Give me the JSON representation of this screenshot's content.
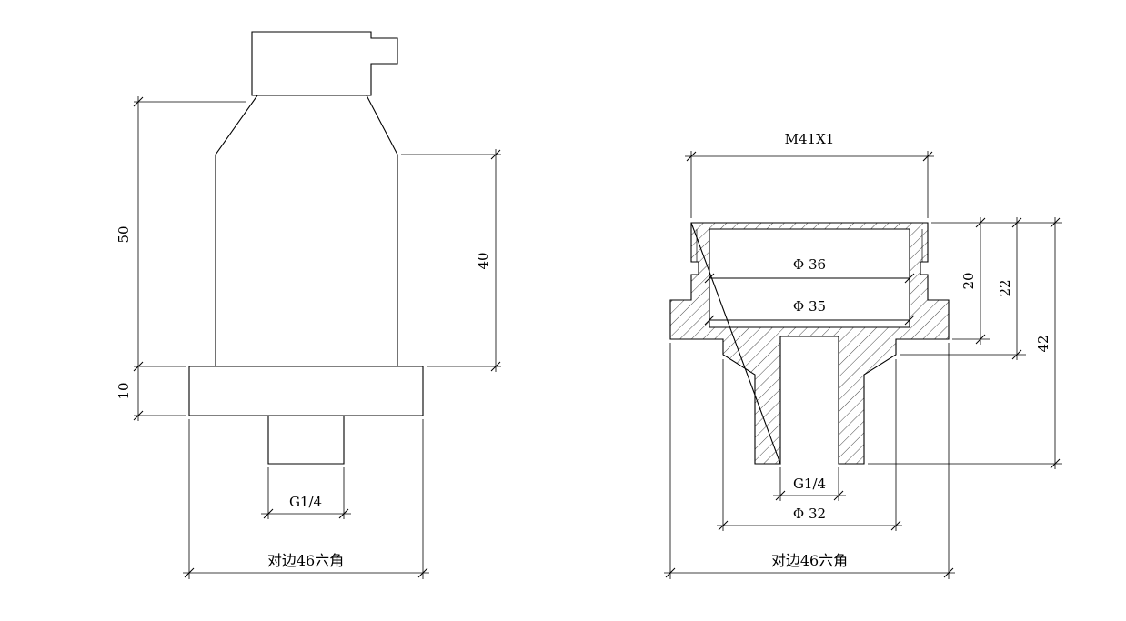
{
  "colors": {
    "line": "#000000",
    "background": "#ffffff"
  },
  "left_view": {
    "dim_50": "50",
    "dim_10": "10",
    "dim_40": "40",
    "dim_g": "G1/4",
    "dim_hex": "对边46六角"
  },
  "right_view": {
    "dim_m41": "M41X1",
    "dim_d36": "Φ 36",
    "dim_d35": "Φ 35",
    "dim_20": "20",
    "dim_22": "22",
    "dim_42": "42",
    "dim_g": "G1/4",
    "dim_d32": "Φ 32",
    "dim_hex": "对边46六角"
  }
}
